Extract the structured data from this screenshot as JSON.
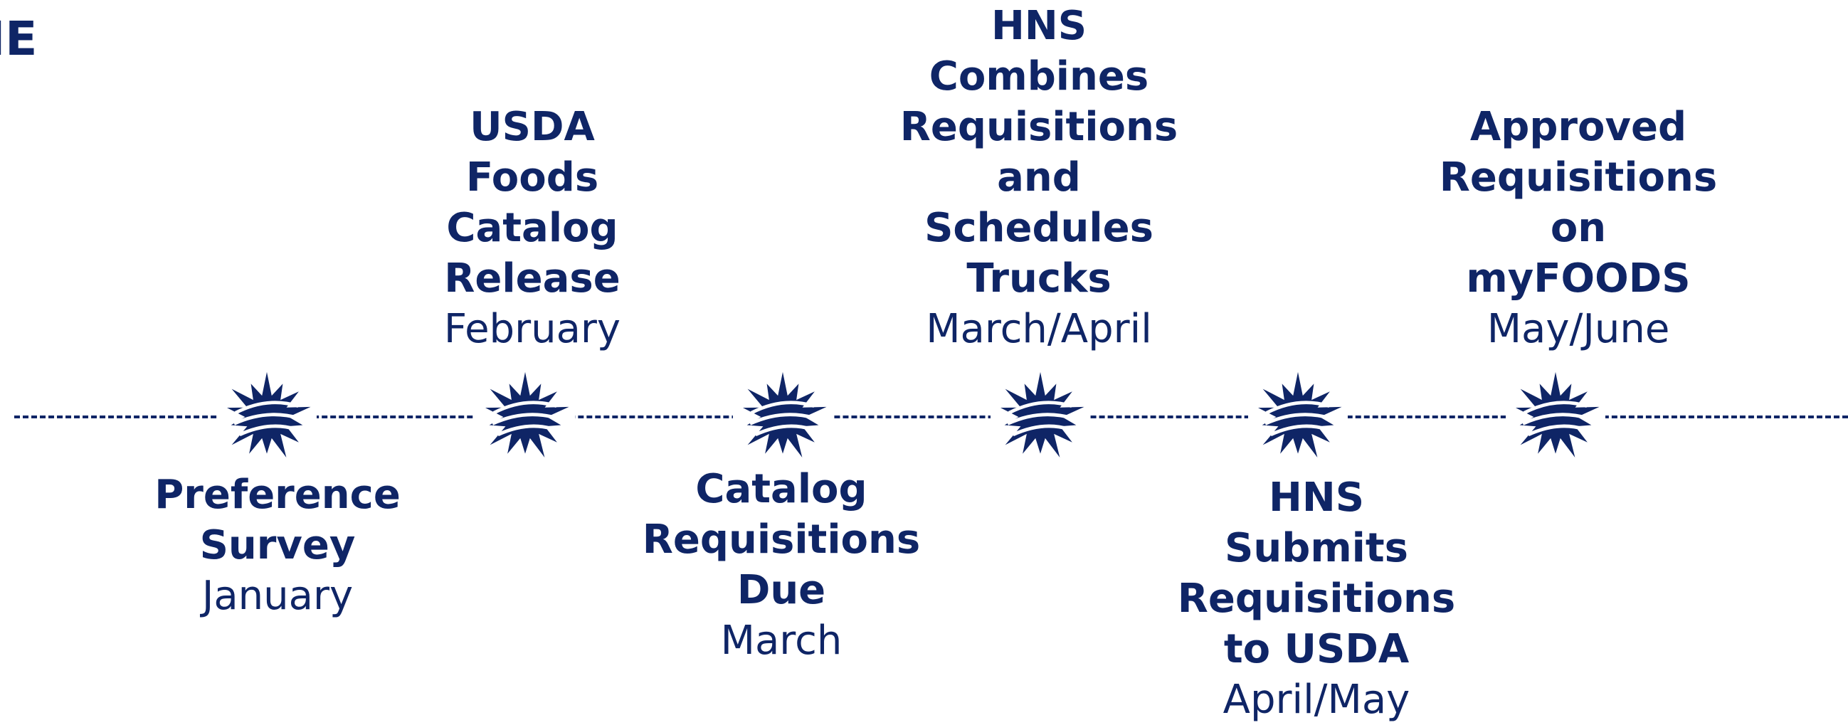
{
  "header": {
    "title": "NE"
  },
  "events": [
    {
      "title": "Preference\nSurvey",
      "date": "January",
      "position": "below"
    },
    {
      "title": "USDA\nFoods\nCatalog\nRelease",
      "date": "February",
      "position": "above"
    },
    {
      "title": "Catalog\nRequisitions\nDue",
      "date": "March",
      "position": "below"
    },
    {
      "title": "HNS\nCombines\nRequisitions\nand\nSchedules\nTrucks",
      "date": "March/April",
      "position": "above"
    },
    {
      "title": "HNS\nSubmits\nRequisitions\nto USDA",
      "date": "April/May",
      "position": "below"
    },
    {
      "title": "Approved\nRequisitions\non\nmyFOODS",
      "date": "May/June",
      "position": "above"
    }
  ],
  "colors": {
    "primary": "#0f2566",
    "background": "#ffffff"
  },
  "icons": {
    "milestone": "burst-star-icon"
  }
}
